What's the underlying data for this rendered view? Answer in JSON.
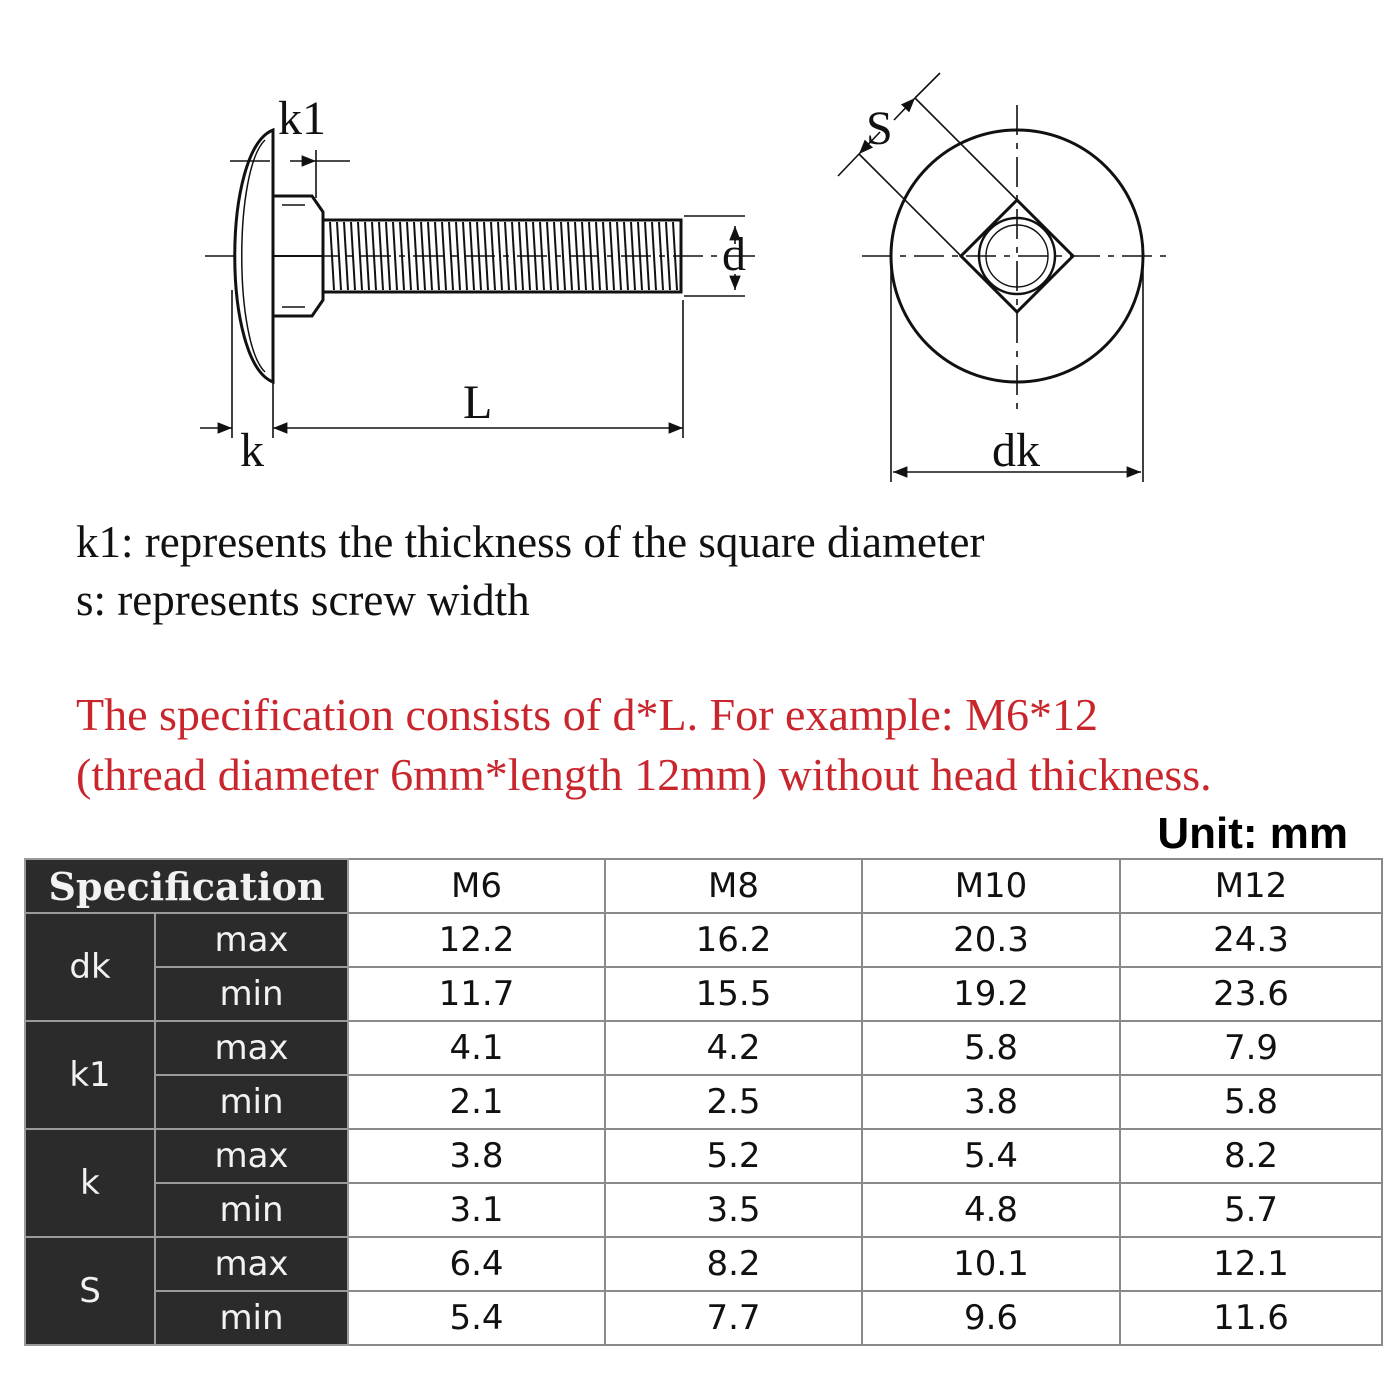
{
  "drawing": {
    "labels": {
      "k1": "k1",
      "d": "d",
      "L": "L",
      "k": "k",
      "S": "S",
      "dk": "dk"
    }
  },
  "notes": {
    "k1_line": "k1: represents the thickness of the square diameter",
    "s_line": "s: represents screw width",
    "spec_line1": "The specification consists of d*L. For example: M6*12",
    "spec_line2": "(thread diameter 6mm*length 12mm) without head thickness.",
    "unit": "Unit: mm"
  },
  "colors": {
    "note_red": "#c8262c",
    "table_dark": "#2b2b2b"
  },
  "table": {
    "header": "Specification",
    "columns": [
      "M6",
      "M8",
      "M10",
      "M12"
    ],
    "groups": [
      {
        "name": "dk",
        "rows": [
          {
            "label": "max",
            "values": [
              "12.2",
              "16.2",
              "20.3",
              "24.3"
            ]
          },
          {
            "label": "min",
            "values": [
              "11.7",
              "15.5",
              "19.2",
              "23.6"
            ]
          }
        ]
      },
      {
        "name": "k1",
        "rows": [
          {
            "label": "max",
            "values": [
              "4.1",
              "4.2",
              "5.8",
              "7.9"
            ]
          },
          {
            "label": "min",
            "values": [
              "2.1",
              "2.5",
              "3.8",
              "5.8"
            ]
          }
        ]
      },
      {
        "name": "k",
        "rows": [
          {
            "label": "max",
            "values": [
              "3.8",
              "5.2",
              "5.4",
              "8.2"
            ]
          },
          {
            "label": "min",
            "values": [
              "3.1",
              "3.5",
              "4.8",
              "5.7"
            ]
          }
        ]
      },
      {
        "name": "S",
        "rows": [
          {
            "label": "max",
            "values": [
              "6.4",
              "8.2",
              "10.1",
              "12.1"
            ]
          },
          {
            "label": "min",
            "values": [
              "5.4",
              "7.7",
              "9.6",
              "11.6"
            ]
          }
        ]
      }
    ]
  }
}
